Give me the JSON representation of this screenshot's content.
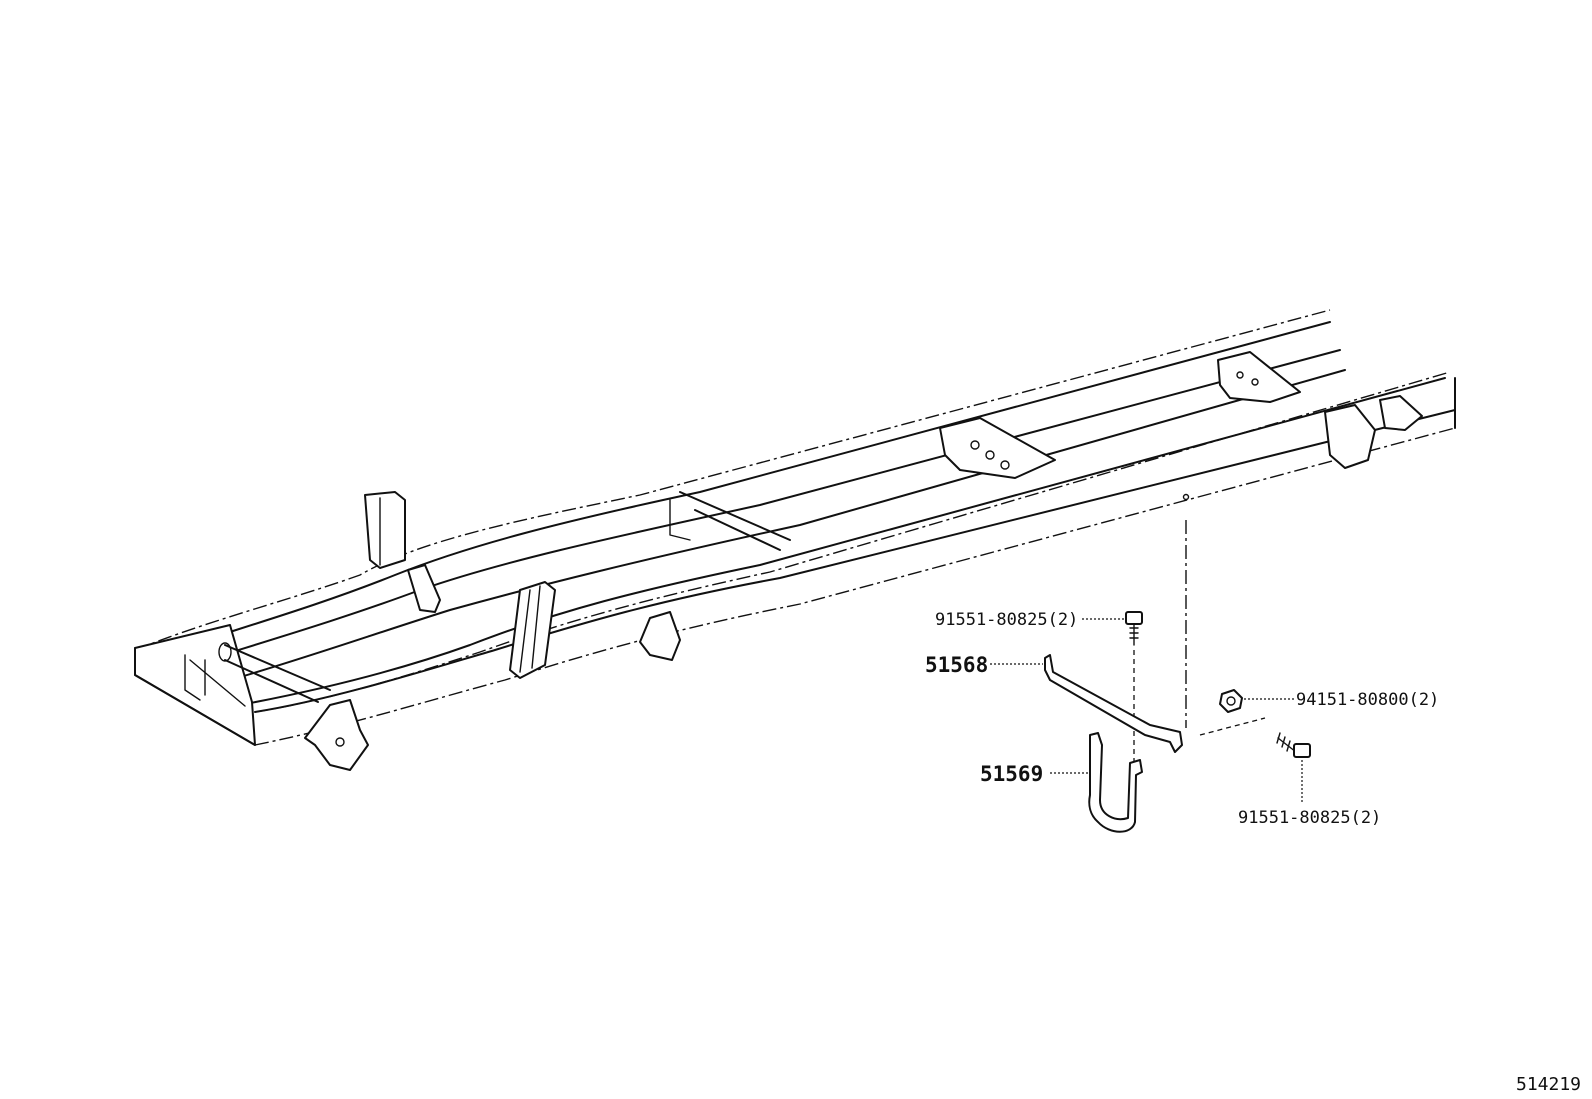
{
  "diagram": {
    "callouts": [
      {
        "id": "bolt-upper",
        "text": "91551-80825(2)"
      },
      {
        "id": "bracket",
        "text": "51568"
      },
      {
        "id": "nut",
        "text": "94151-80800(2)"
      },
      {
        "id": "band",
        "text": "51569"
      },
      {
        "id": "bolt-lower",
        "text": "91551-80825(2)"
      }
    ],
    "illustration_code": "514219"
  }
}
